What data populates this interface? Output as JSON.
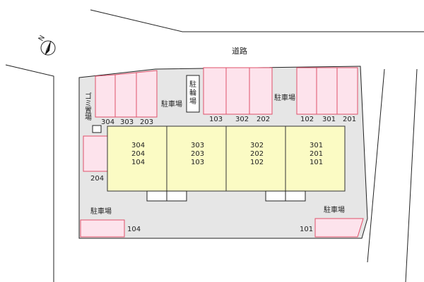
{
  "road_label": "道路",
  "north_label": "N",
  "labels": {
    "parking_top_left": "駐車場",
    "parking_top_right": "駐車場",
    "parking_bottom_left": "駐車場",
    "parking_bottom_right": "駐車場",
    "bicycle_parking": [
      "駐",
      "輪",
      "場"
    ],
    "garbage_area": [
      "ゴ",
      "ミ",
      "置",
      "場"
    ]
  },
  "building_units": [
    [
      "304",
      "204",
      "104"
    ],
    [
      "303",
      "203",
      "103"
    ],
    [
      "302",
      "202",
      "102"
    ],
    [
      "301",
      "201",
      "101"
    ]
  ],
  "parking_top_left_numbers": [
    "304",
    "303",
    "203"
  ],
  "parking_top_center_numbers": [
    "103",
    "302",
    "202"
  ],
  "parking_top_right_numbers": [
    "102",
    "301",
    "201"
  ],
  "parking_left_number": "204",
  "parking_bottom_left_number": "104",
  "parking_bottom_right_number": "101",
  "colors": {
    "site": "#e6e6e6",
    "building": "#fbfbc4",
    "parking_fill": "#fde3ec",
    "parking_stroke": "#e0506a"
  }
}
